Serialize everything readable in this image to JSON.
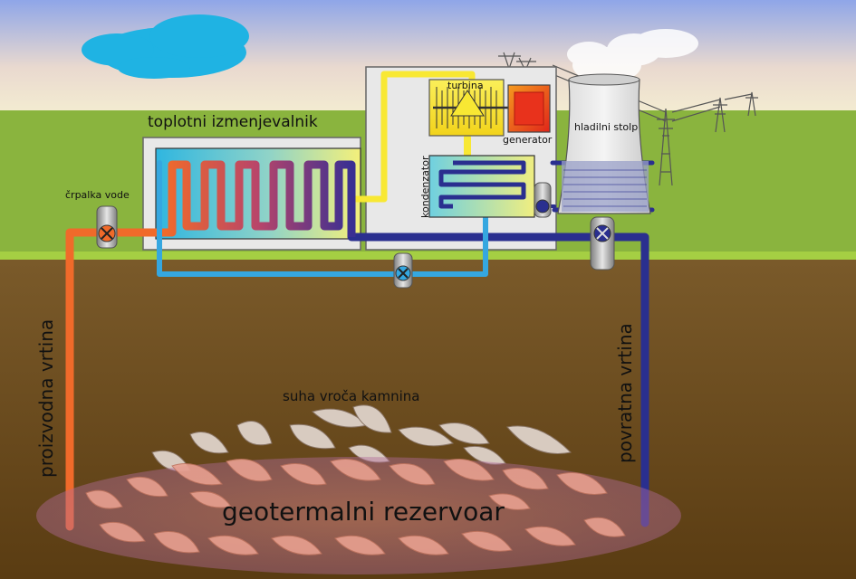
{
  "labels": {
    "heat_exchanger": "toplotni izmenjevalnik",
    "water_pump": "črpalka vode",
    "turbine": "turbina",
    "generator": "generator",
    "condenser": "kondenzator",
    "cooling_tower": "hladilni stolp",
    "production_well": "proizvodna vrtina",
    "return_well": "povratna vrtina",
    "hot_dry_rock": "suha vroča kamnina",
    "reservoir": "geotermalni rezervoar"
  },
  "colors": {
    "sky_top": "#8fa6e8",
    "sky_bottom": "#f6f0d2",
    "grass": "#8ab43e",
    "soil_top": "#7a5a2a",
    "soil_bottom": "#5a3c12",
    "hot_pipe": "#f06a2a",
    "cold_pipe": "#2a2f8f",
    "cooling_pipe": "#35a7e0",
    "steam_pipe": "#f8e833",
    "generator": "#e83a1f",
    "building": "#e8e8e8",
    "reservoir": "#c47aa0",
    "rock": "#d8cbc0"
  }
}
